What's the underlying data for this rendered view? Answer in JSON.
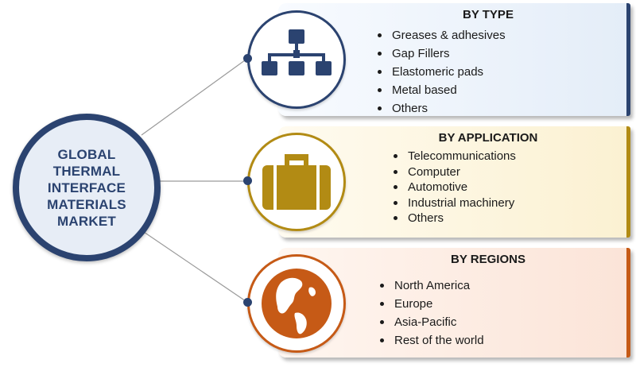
{
  "hub": {
    "title": "GLOBAL THERMAL INTERFACE MATERIALS MARKET"
  },
  "segments": [
    {
      "heading": "BY TYPE",
      "icon": "hierarchy-icon",
      "color": "#2b4370",
      "items": [
        "Greases & adhesives",
        "Gap Fillers",
        "Elastomeric pads",
        "Metal based",
        "Others"
      ]
    },
    {
      "heading": "BY APPLICATION",
      "icon": "briefcase-icon",
      "color": "#b28b14",
      "items": [
        "Telecommunications",
        "Computer",
        "Automotive",
        "Industrial machinery",
        "Others"
      ]
    },
    {
      "heading": "BY REGIONS",
      "icon": "globe-icon",
      "color": "#c65a16",
      "items": [
        "North America",
        "Europe",
        "Asia-Pacific",
        "Rest of the world"
      ]
    }
  ]
}
